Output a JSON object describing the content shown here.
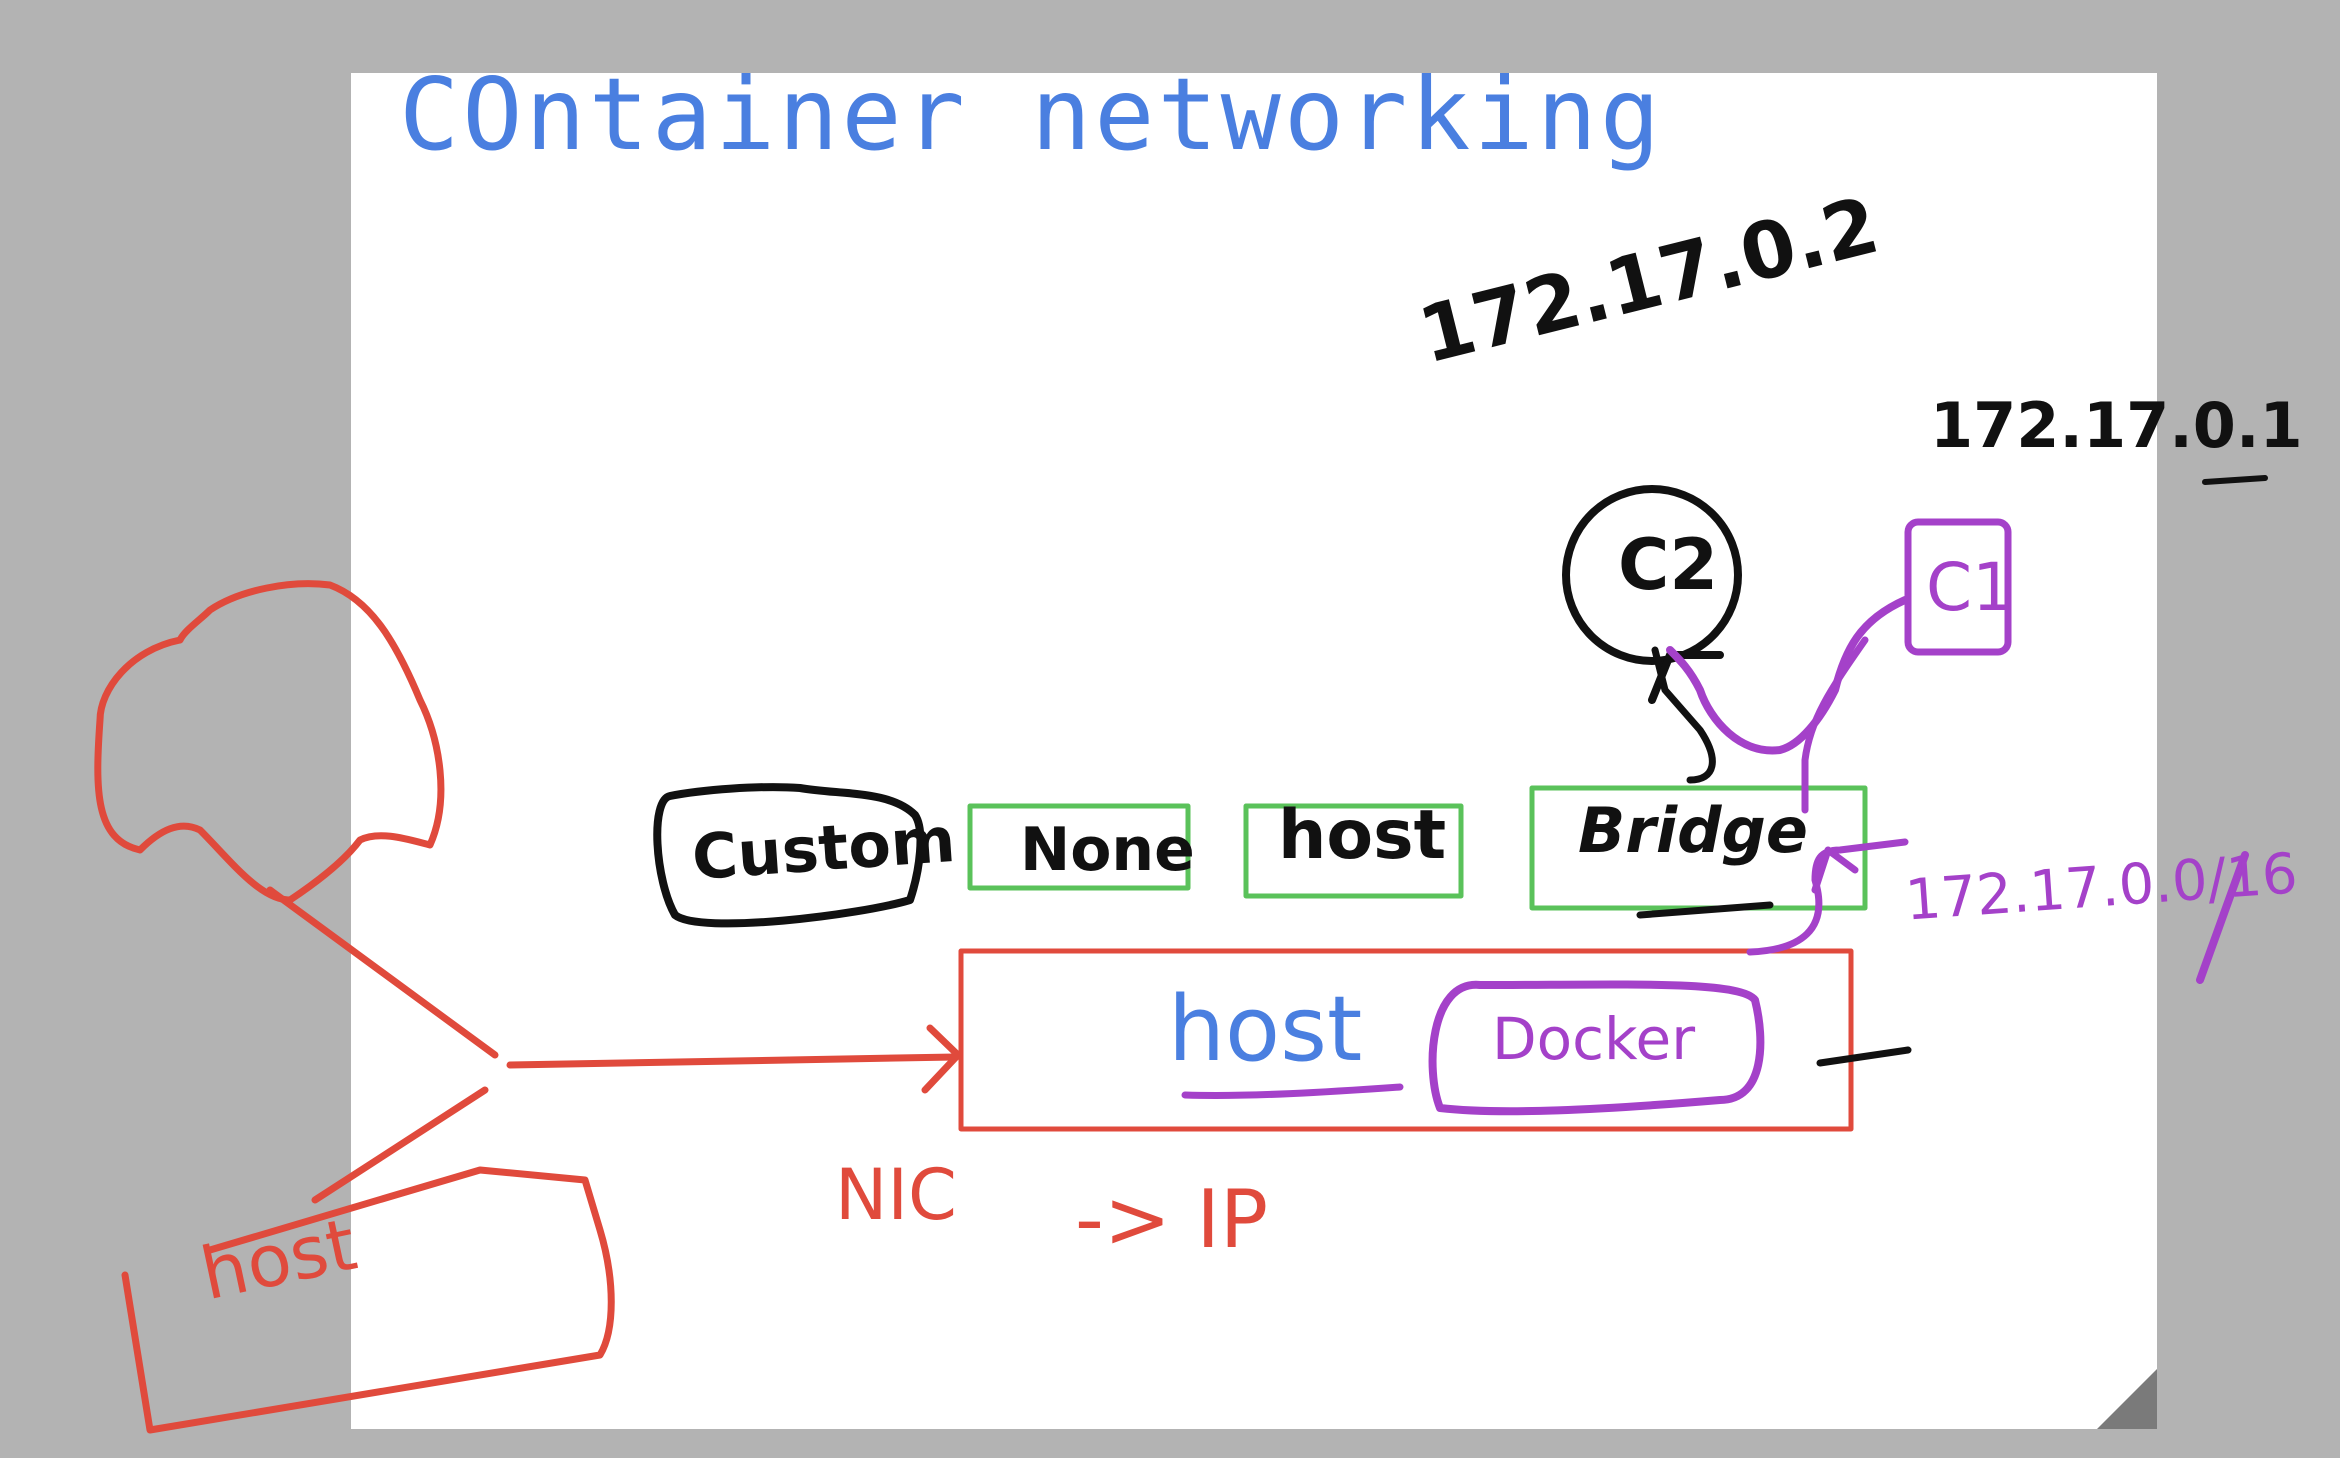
{
  "slide": {
    "title": "COntainer networking"
  },
  "colors": {
    "background": "#b3b3b3",
    "slide": "#ffffff",
    "title_blue": "#4a7fe0",
    "ink_black": "#111111",
    "ink_red": "#e04a3c",
    "ink_green": "#5ac25a",
    "ink_purple": "#a441c9"
  },
  "typed": {
    "host_box_label": "host"
  },
  "handwritten": {
    "ip_c2": "172.17.0.2",
    "ip_c1": "172.17.0.1",
    "container_c2": "C2",
    "container_c1": "C1",
    "network_custom": "Custom",
    "network_none": "None",
    "network_host": "host",
    "network_bridge": "Bridge",
    "subnet": "172.17.0.0/16",
    "docker_label": "Docker",
    "nic_label": "NIC",
    "arrow_ip": "-> IP",
    "host_cloud_label": "host"
  },
  "icons": {
    "cloud": "cloud-icon",
    "corner_fold": "page-fold-icon"
  }
}
